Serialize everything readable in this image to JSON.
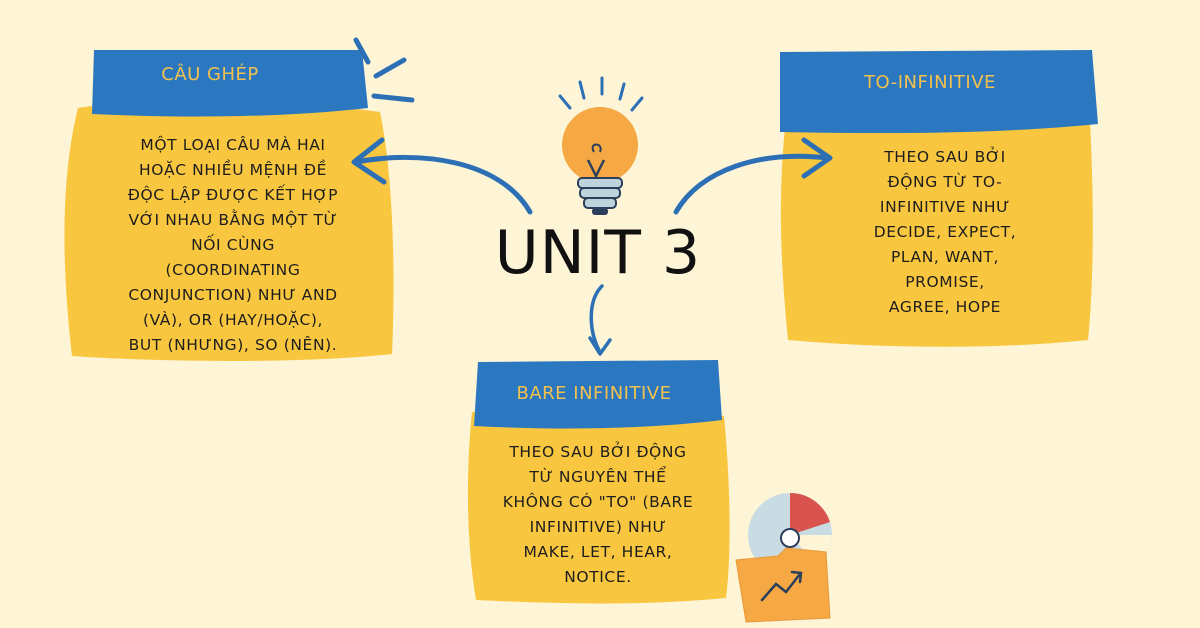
{
  "title": "UNIT 3",
  "colors": {
    "background": "#FEF4D6",
    "header_blue": "#2B78C0",
    "header_text": "#F2C14E",
    "card_yellow": "#F8C63F",
    "arrow_blue": "#2C6FB5"
  },
  "cards": [
    {
      "header": "CÂU GHÉP",
      "body": "MỘT LOẠI CÂU MÀ HAI\nHOẶC NHIỀU MỆNH ĐỀ\nĐỘC LẬP ĐƯỢC KẾT HỢP\nVỚI NHAU BẰNG MỘT TỪ\nNỐI CÙNG\n(COORDINATING\nCONJUNCTION) NHƯ AND\n(VÀ), OR (HAY/HOẶC),\nBUT (NHƯNG), SO (NÊN)."
    },
    {
      "header": "TO-INFINITIVE",
      "body": "THEO SAU BỞI\nĐỘNG TỪ TO-\nINFINITIVE NHƯ\nDECIDE, EXPECT,\nPLAN, WANT,\nPROMISE,\nAGREE, HOPE"
    },
    {
      "header": "BARE INFINITIVE",
      "body": "THEO SAU BỞI ĐỘNG\nTỪ NGUYÊN THỂ\nKHÔNG CÓ \"TO\" (BARE\nINFINITIVE) NHƯ\nMAKE, LET, HEAR,\nNOTICE."
    }
  ],
  "icons": [
    "lightbulb-icon",
    "chart-folder-icon",
    "sparkle-lines-icon"
  ]
}
